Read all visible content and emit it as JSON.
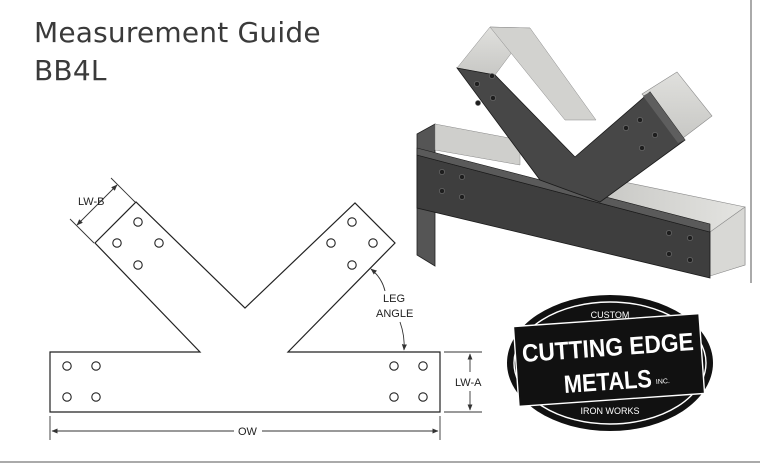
{
  "title": "Measurement Guide",
  "model": "BB4L",
  "labels": {
    "lw_b": "LW-B",
    "leg": "LEG",
    "angle": "ANGLE",
    "lw_a": "LW-A",
    "ow": "OW"
  },
  "logo": {
    "top": "CUSTOM",
    "line1": "CUTTING EDGE",
    "line2": "METALS",
    "inc": "INC.",
    "bottom": "IRON WORKS"
  }
}
